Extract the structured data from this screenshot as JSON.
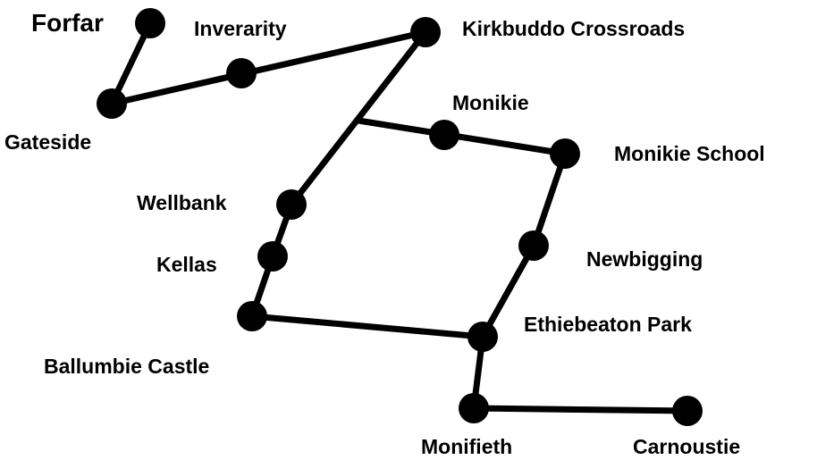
{
  "stations": {
    "forfar": "Forfar",
    "inverarity": "Inverarity",
    "kirkbuddo": "Kirkbuddo Crossroads",
    "gateside": "Gateside",
    "monikie": "Monikie",
    "monikie_school": "Monikie School",
    "wellbank": "Wellbank",
    "kellas": "Kellas",
    "newbigging": "Newbigging",
    "ethiebeaton": "Ethiebeaton Park",
    "ballumbie": "Ballumbie Castle",
    "monifieth": "Monifieth",
    "carnoustie": "Carnoustie"
  },
  "colors": {
    "line": "#000000",
    "station": "#000000",
    "text": "#000000",
    "background": "#ffffff"
  }
}
